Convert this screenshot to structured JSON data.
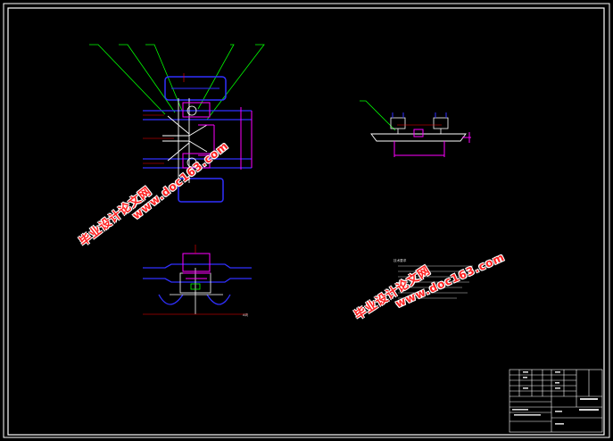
{
  "watermarks": [
    {
      "line1": "毕业设计论文网",
      "line2": "www.doc163.com"
    },
    {
      "line1": "毕业设计论文网",
      "line2": "www.doc163.com"
    }
  ],
  "colors": {
    "background": "#000000",
    "frame": "#ffffff",
    "leader": "#00ff00",
    "part": "#ff00ff",
    "wheel": "#3030ff",
    "axis": "#ff0000",
    "white": "#ffffff",
    "watermark": "#ff2020"
  },
  "notes_label": "技术要求",
  "view_label": "A向"
}
